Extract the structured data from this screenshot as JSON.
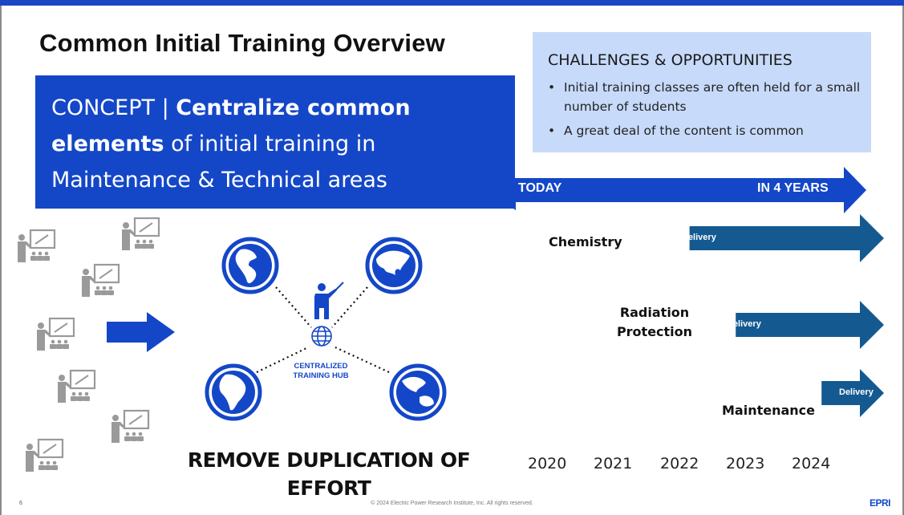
{
  "slide": {
    "title": "Common Initial Training Overview",
    "concept": {
      "prefix": "CONCEPT | ",
      "bold_part": "Centralize common elements",
      "rest": " of initial training in Maintenance & Technical areas"
    },
    "challenges": {
      "heading": "CHALLENGES & OPPORTUNITIES",
      "bullets": [
        "Initial training classes are often held for a small number of students",
        "A great deal of the content is common"
      ]
    },
    "timeline": {
      "start_label": "TODAY",
      "end_label": "IN 4 YEARS",
      "tracks": [
        {
          "name": "Chemistry",
          "bar_label": "Delivery",
          "start_year": 2022
        },
        {
          "name": "Radiation Protection",
          "bar_label": "Delivery",
          "start_year": 2022.7
        },
        {
          "name": "Maintenance",
          "bar_label": "Delivery",
          "start_year": 2024
        }
      ],
      "years": [
        "2020",
        "2021",
        "2022",
        "2023",
        "2024"
      ]
    },
    "hub_label": "CENTRALIZED TRAINING HUB",
    "tagline": "REMOVE DUPLICATION OF EFFORT",
    "footer": {
      "page_number": "6",
      "copyright": "© 2024 Electric Power Research Institute, Inc. All rights reserved.",
      "logo_text": "EPRI"
    },
    "colors": {
      "brand_blue": "#1447c8",
      "arrow_dark_blue": "#145a91",
      "panel_light_blue": "#c7dafa",
      "instructor_gray": "#9a9a9a"
    }
  }
}
